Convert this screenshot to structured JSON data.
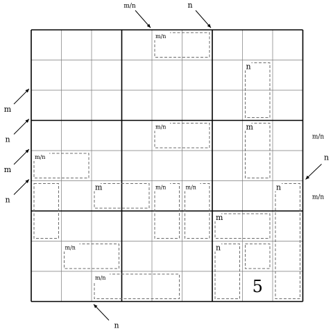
{
  "puzzle": {
    "grid_size": 9,
    "box_size": 3,
    "cells": [
      [
        "",
        "",
        "",
        "",
        "",
        "",
        "",
        "",
        ""
      ],
      [
        "",
        "",
        "",
        "",
        "",
        "",
        "",
        "",
        ""
      ],
      [
        "",
        "",
        "",
        "",
        "",
        "",
        "",
        "",
        ""
      ],
      [
        "",
        "",
        "",
        "",
        "",
        "",
        "",
        "",
        ""
      ],
      [
        "",
        "",
        "",
        "",
        "",
        "",
        "",
        "",
        ""
      ],
      [
        "",
        "",
        "",
        "",
        "",
        "",
        "",
        "",
        ""
      ],
      [
        "",
        "",
        "",
        "",
        "",
        "",
        "",
        "",
        ""
      ],
      [
        "",
        "",
        "",
        "",
        "",
        "",
        "",
        "",
        ""
      ],
      [
        "",
        "",
        "",
        "",
        "",
        "",
        "",
        "5",
        ""
      ]
    ],
    "cages": [
      {
        "id": "cage-1",
        "label": "m/n",
        "r0": 0,
        "c0": 4,
        "r1": 0,
        "c1": 5
      },
      {
        "id": "cage-2",
        "label": "n",
        "r0": 1,
        "c0": 7,
        "r1": 2,
        "c1": 7
      },
      {
        "id": "cage-3",
        "label": "m/n",
        "r0": 3,
        "c0": 4,
        "r1": 3,
        "c1": 5
      },
      {
        "id": "cage-4",
        "label": "m",
        "r0": 3,
        "c0": 7,
        "r1": 4,
        "c1": 7
      },
      {
        "id": "cage-5",
        "label": "m/n",
        "r0": 4,
        "c0": 0,
        "r1": 4,
        "c1": 1
      },
      {
        "id": "cage-6",
        "label": "",
        "r0": 5,
        "c0": 0,
        "r1": 6,
        "c1": 0
      },
      {
        "id": "cage-7",
        "label": "m",
        "r0": 5,
        "c0": 2,
        "r1": 5,
        "c1": 3
      },
      {
        "id": "cage-8",
        "label": "m/n",
        "r0": 5,
        "c0": 4,
        "r1": 6,
        "c1": 4
      },
      {
        "id": "cage-9",
        "label": "m/n",
        "r0": 5,
        "c0": 5,
        "r1": 6,
        "c1": 5
      },
      {
        "id": "cage-10",
        "label": "n",
        "r0": 5,
        "c0": 8,
        "r1": 8,
        "c1": 8
      },
      {
        "id": "cage-11",
        "label": "m",
        "r0": 6,
        "c0": 6,
        "r1": 6,
        "c1": 7
      },
      {
        "id": "cage-12",
        "label": "",
        "r0": 7,
        "c0": 7,
        "r1": 7,
        "c1": 7
      },
      {
        "id": "cage-13",
        "label": "m/n",
        "r0": 7,
        "c0": 1,
        "r1": 7,
        "c1": 2
      },
      {
        "id": "cage-14",
        "label": "n",
        "r0": 7,
        "c0": 6,
        "r1": 8,
        "c1": 6
      },
      {
        "id": "cage-15",
        "label": "m/n",
        "r0": 8,
        "c0": 2,
        "r1": 8,
        "c1": 4
      }
    ],
    "clues": [
      {
        "id": "clue-top-1",
        "label": "m/n",
        "side": "top",
        "line": 4,
        "dir": "down-right"
      },
      {
        "id": "clue-top-2",
        "label": "n",
        "side": "top",
        "line": 6,
        "dir": "down-right"
      },
      {
        "id": "clue-left-1",
        "label": "m",
        "side": "left",
        "line": 2,
        "dir": "up-right"
      },
      {
        "id": "clue-left-2",
        "label": "n",
        "side": "left",
        "line": 3,
        "dir": "up-right"
      },
      {
        "id": "clue-left-3",
        "label": "m",
        "side": "left",
        "line": 4,
        "dir": "up-right"
      },
      {
        "id": "clue-left-4",
        "label": "n",
        "side": "left",
        "line": 5,
        "dir": "up-right"
      },
      {
        "id": "clue-right-1",
        "label": "m/n",
        "side": "right",
        "row": 3,
        "dir": "none"
      },
      {
        "id": "clue-right-2",
        "label": "n",
        "side": "right",
        "line": 5,
        "dir": "down-left"
      },
      {
        "id": "clue-right-3",
        "label": "m/n",
        "side": "right",
        "row": 5,
        "dir": "none"
      },
      {
        "id": "clue-bottom-1",
        "label": "n",
        "side": "bottom",
        "line": 2,
        "dir": "up-left"
      }
    ]
  },
  "colors": {
    "grid_line": "#000000",
    "thin_line": "#7a7a7a",
    "cage_line": "#6a6a6a",
    "digit": "#000000",
    "background": "#ffffff"
  }
}
